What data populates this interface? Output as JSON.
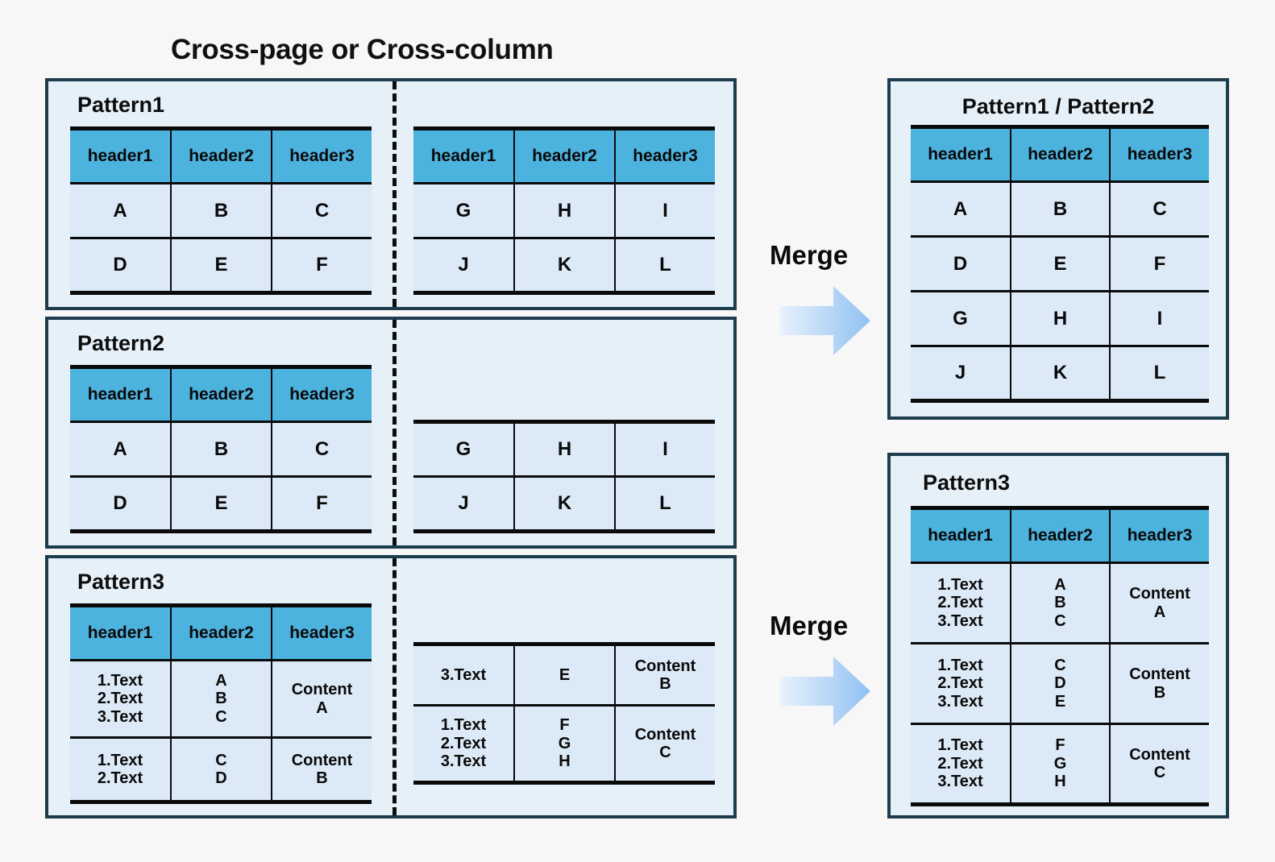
{
  "figure": {
    "title": "Cross-page or Cross-column",
    "background": "#f7f7f7",
    "panel_fill": "#e6f0f8",
    "panel_border": "#1d3c4e",
    "header_fill": "#4cb2de",
    "cell_fill": "#dce9f6",
    "arrow_gradient_from": "#e9f1fd",
    "arrow_gradient_to": "#8fc1f2"
  },
  "columns": [
    "header1",
    "header2",
    "header3"
  ],
  "left": {
    "pattern1": {
      "label": "Pattern1",
      "left_table": {
        "has_header": true,
        "headers": [
          "header1",
          "header2",
          "header3"
        ],
        "rows": [
          [
            "A",
            "B",
            "C"
          ],
          [
            "D",
            "E",
            "F"
          ]
        ]
      },
      "right_table": {
        "has_header": true,
        "headers": [
          "header1",
          "header2",
          "header3"
        ],
        "rows": [
          [
            "G",
            "H",
            "I"
          ],
          [
            "J",
            "K",
            "L"
          ]
        ]
      }
    },
    "pattern2": {
      "label": "Pattern2",
      "left_table": {
        "has_header": true,
        "headers": [
          "header1",
          "header2",
          "header3"
        ],
        "rows": [
          [
            "A",
            "B",
            "C"
          ],
          [
            "D",
            "E",
            "F"
          ]
        ]
      },
      "right_table": {
        "has_header": false,
        "rows": [
          [
            "G",
            "H",
            "I"
          ],
          [
            "J",
            "K",
            "L"
          ]
        ]
      }
    },
    "pattern3": {
      "label": "Pattern3",
      "left_table": {
        "has_header": true,
        "headers": [
          "header1",
          "header2",
          "header3"
        ],
        "rows": [
          [
            "1.Text\n2.Text\n3.Text",
            "A\nB\nC",
            "Content\nA"
          ],
          [
            "1.Text\n2.Text",
            "C\nD",
            "Content\nB"
          ]
        ]
      },
      "right_table": {
        "has_header": false,
        "rows": [
          [
            "3.Text",
            "E",
            "Content\nB"
          ],
          [
            "1.Text\n2.Text\n3.Text",
            "F\nG\nH",
            "Content\nC"
          ]
        ]
      }
    }
  },
  "merge": {
    "label_top": "Merge",
    "label_bottom": "Merge",
    "arrow_icon": "right-arrow-icon"
  },
  "right": {
    "merged_12": {
      "label": "Pattern1 / Pattern2",
      "headers": [
        "header1",
        "header2",
        "header3"
      ],
      "rows": [
        [
          "A",
          "B",
          "C"
        ],
        [
          "D",
          "E",
          "F"
        ],
        [
          "G",
          "H",
          "I"
        ],
        [
          "J",
          "K",
          "L"
        ]
      ]
    },
    "merged_3": {
      "label": "Pattern3",
      "headers": [
        "header1",
        "header2",
        "header3"
      ],
      "rows": [
        [
          "1.Text\n2.Text\n3.Text",
          "A\nB\nC",
          "Content\nA"
        ],
        [
          "1.Text\n2.Text\n3.Text",
          "C\nD\nE",
          "Content\nB"
        ],
        [
          "1.Text\n2.Text\n3.Text",
          "F\nG\nH",
          "Content\nC"
        ]
      ]
    }
  }
}
